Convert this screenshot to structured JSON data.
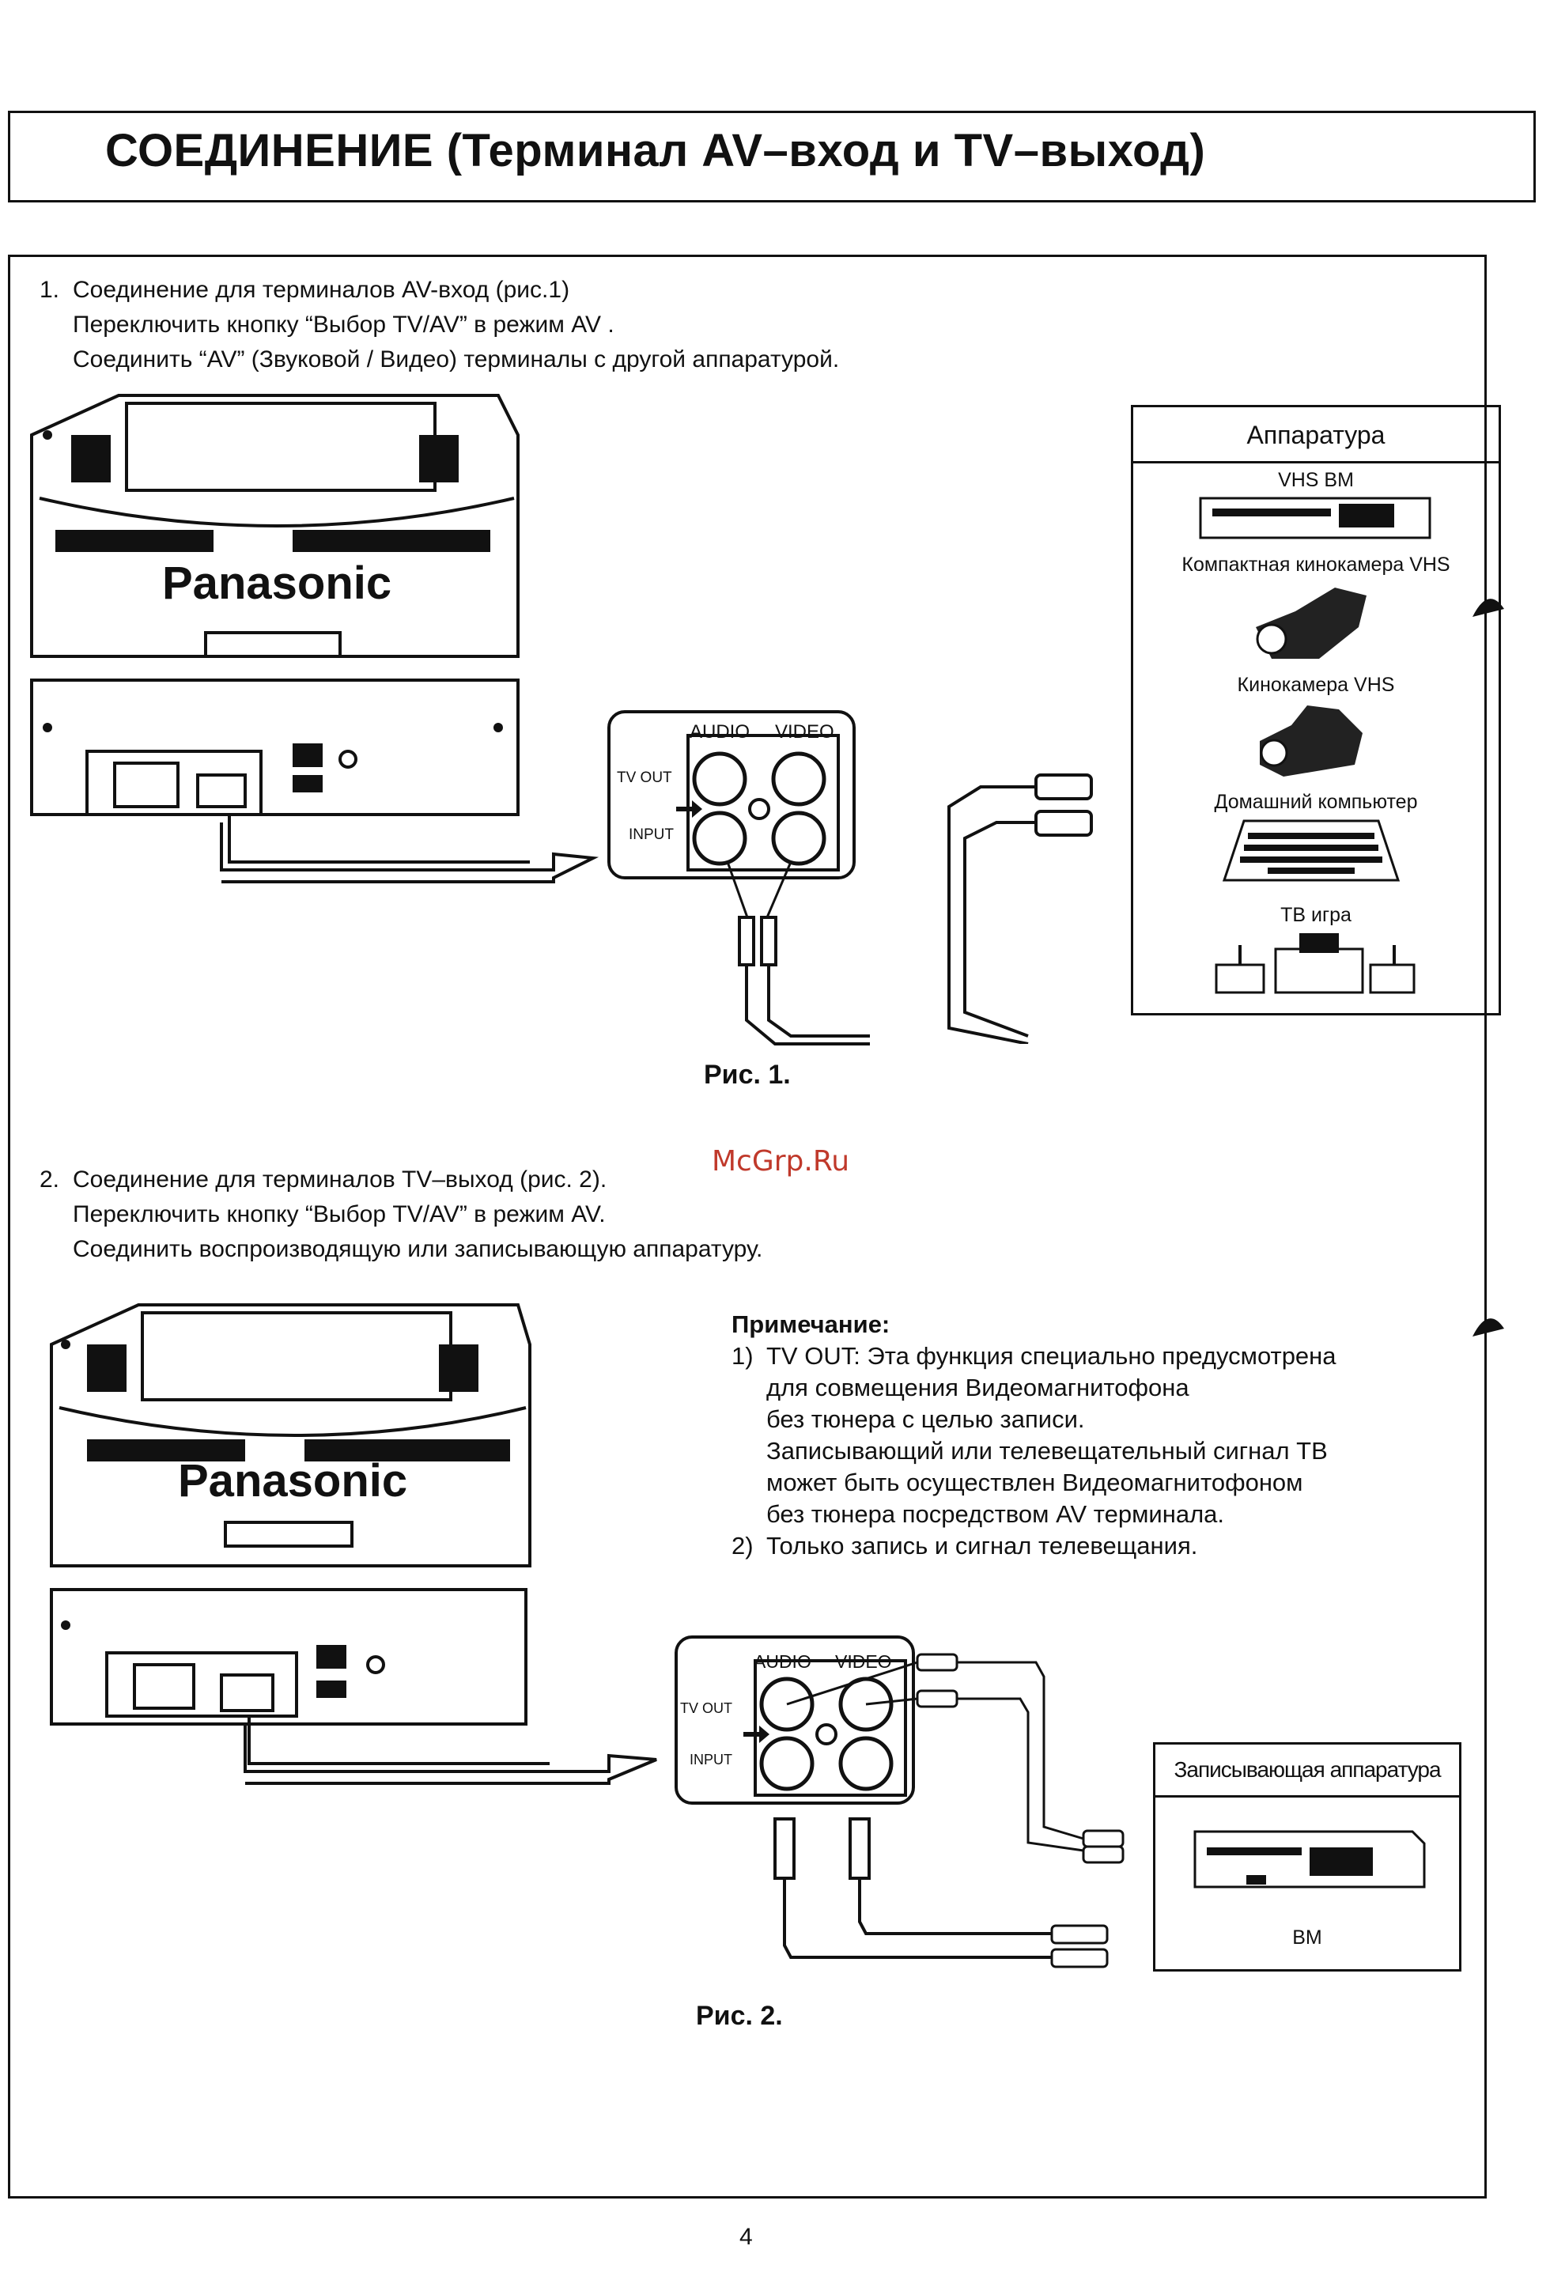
{
  "page": {
    "title": "СОЕДИНЕНИЕ (Терминал AV–вход и TV–выход)",
    "page_number": "4",
    "watermark": "McGrp.Ru"
  },
  "section1": {
    "num": "1.",
    "lines": [
      "Соединение для терминалов AV-вход (рис.1)",
      "Переключить кнопку “Выбор TV/AV” в режим AV .",
      "Соединить “AV” (Звуковой / Видео) терминалы с другой аппаратурой."
    ],
    "figure_label": "Рис. 1.",
    "brand": "Panasonic",
    "jack_labels": {
      "audio": "AUDIO",
      "video": "VIDEO",
      "tv_out": "TV OUT",
      "input": "INPUT"
    },
    "equipment": {
      "header": "Аппаратура",
      "items": [
        {
          "label": "VHS ВМ",
          "icon": "vcr-icon"
        },
        {
          "label": "Компактная кинокамера VHS",
          "icon": "compact-camcorder-icon"
        },
        {
          "label": "Кинокамера VHS",
          "icon": "camcorder-icon"
        },
        {
          "label": "Домашний компьютер",
          "icon": "computer-icon"
        },
        {
          "label": "ТВ игра",
          "icon": "game-console-icon"
        }
      ]
    }
  },
  "section2": {
    "num": "2.",
    "lines": [
      "Соединение для терминалов TV–выход (рис. 2).",
      "Переключить кнопку “Выбор TV/AV” в режим AV.",
      "Соединить воспроизводящую или записывающую аппаратуру."
    ],
    "figure_label": "Рис. 2.",
    "brand": "Panasonic",
    "jack_labels": {
      "audio": "AUDIO",
      "video": "VIDEO",
      "tv_out": "TV OUT",
      "input": "INPUT"
    },
    "note": {
      "heading": "Примечание:",
      "items": [
        {
          "num": "1)",
          "lines": [
            "TV OUT: Эта функция специально предусмотрена",
            "для совмещения Видеомагнитофона",
            "без тюнера с целью записи.",
            "Записывающий или телевещательный сигнал ТВ",
            "может быть осуществлен Видеомагнитофоном",
            "без тюнера посредством AV терминала."
          ]
        },
        {
          "num": "2)",
          "lines": [
            "Только запись и сигнал телевещания."
          ]
        }
      ]
    },
    "recorder": {
      "header": "Записывающая аппаратура",
      "label": "ВМ",
      "icon": "vcr-icon"
    }
  }
}
